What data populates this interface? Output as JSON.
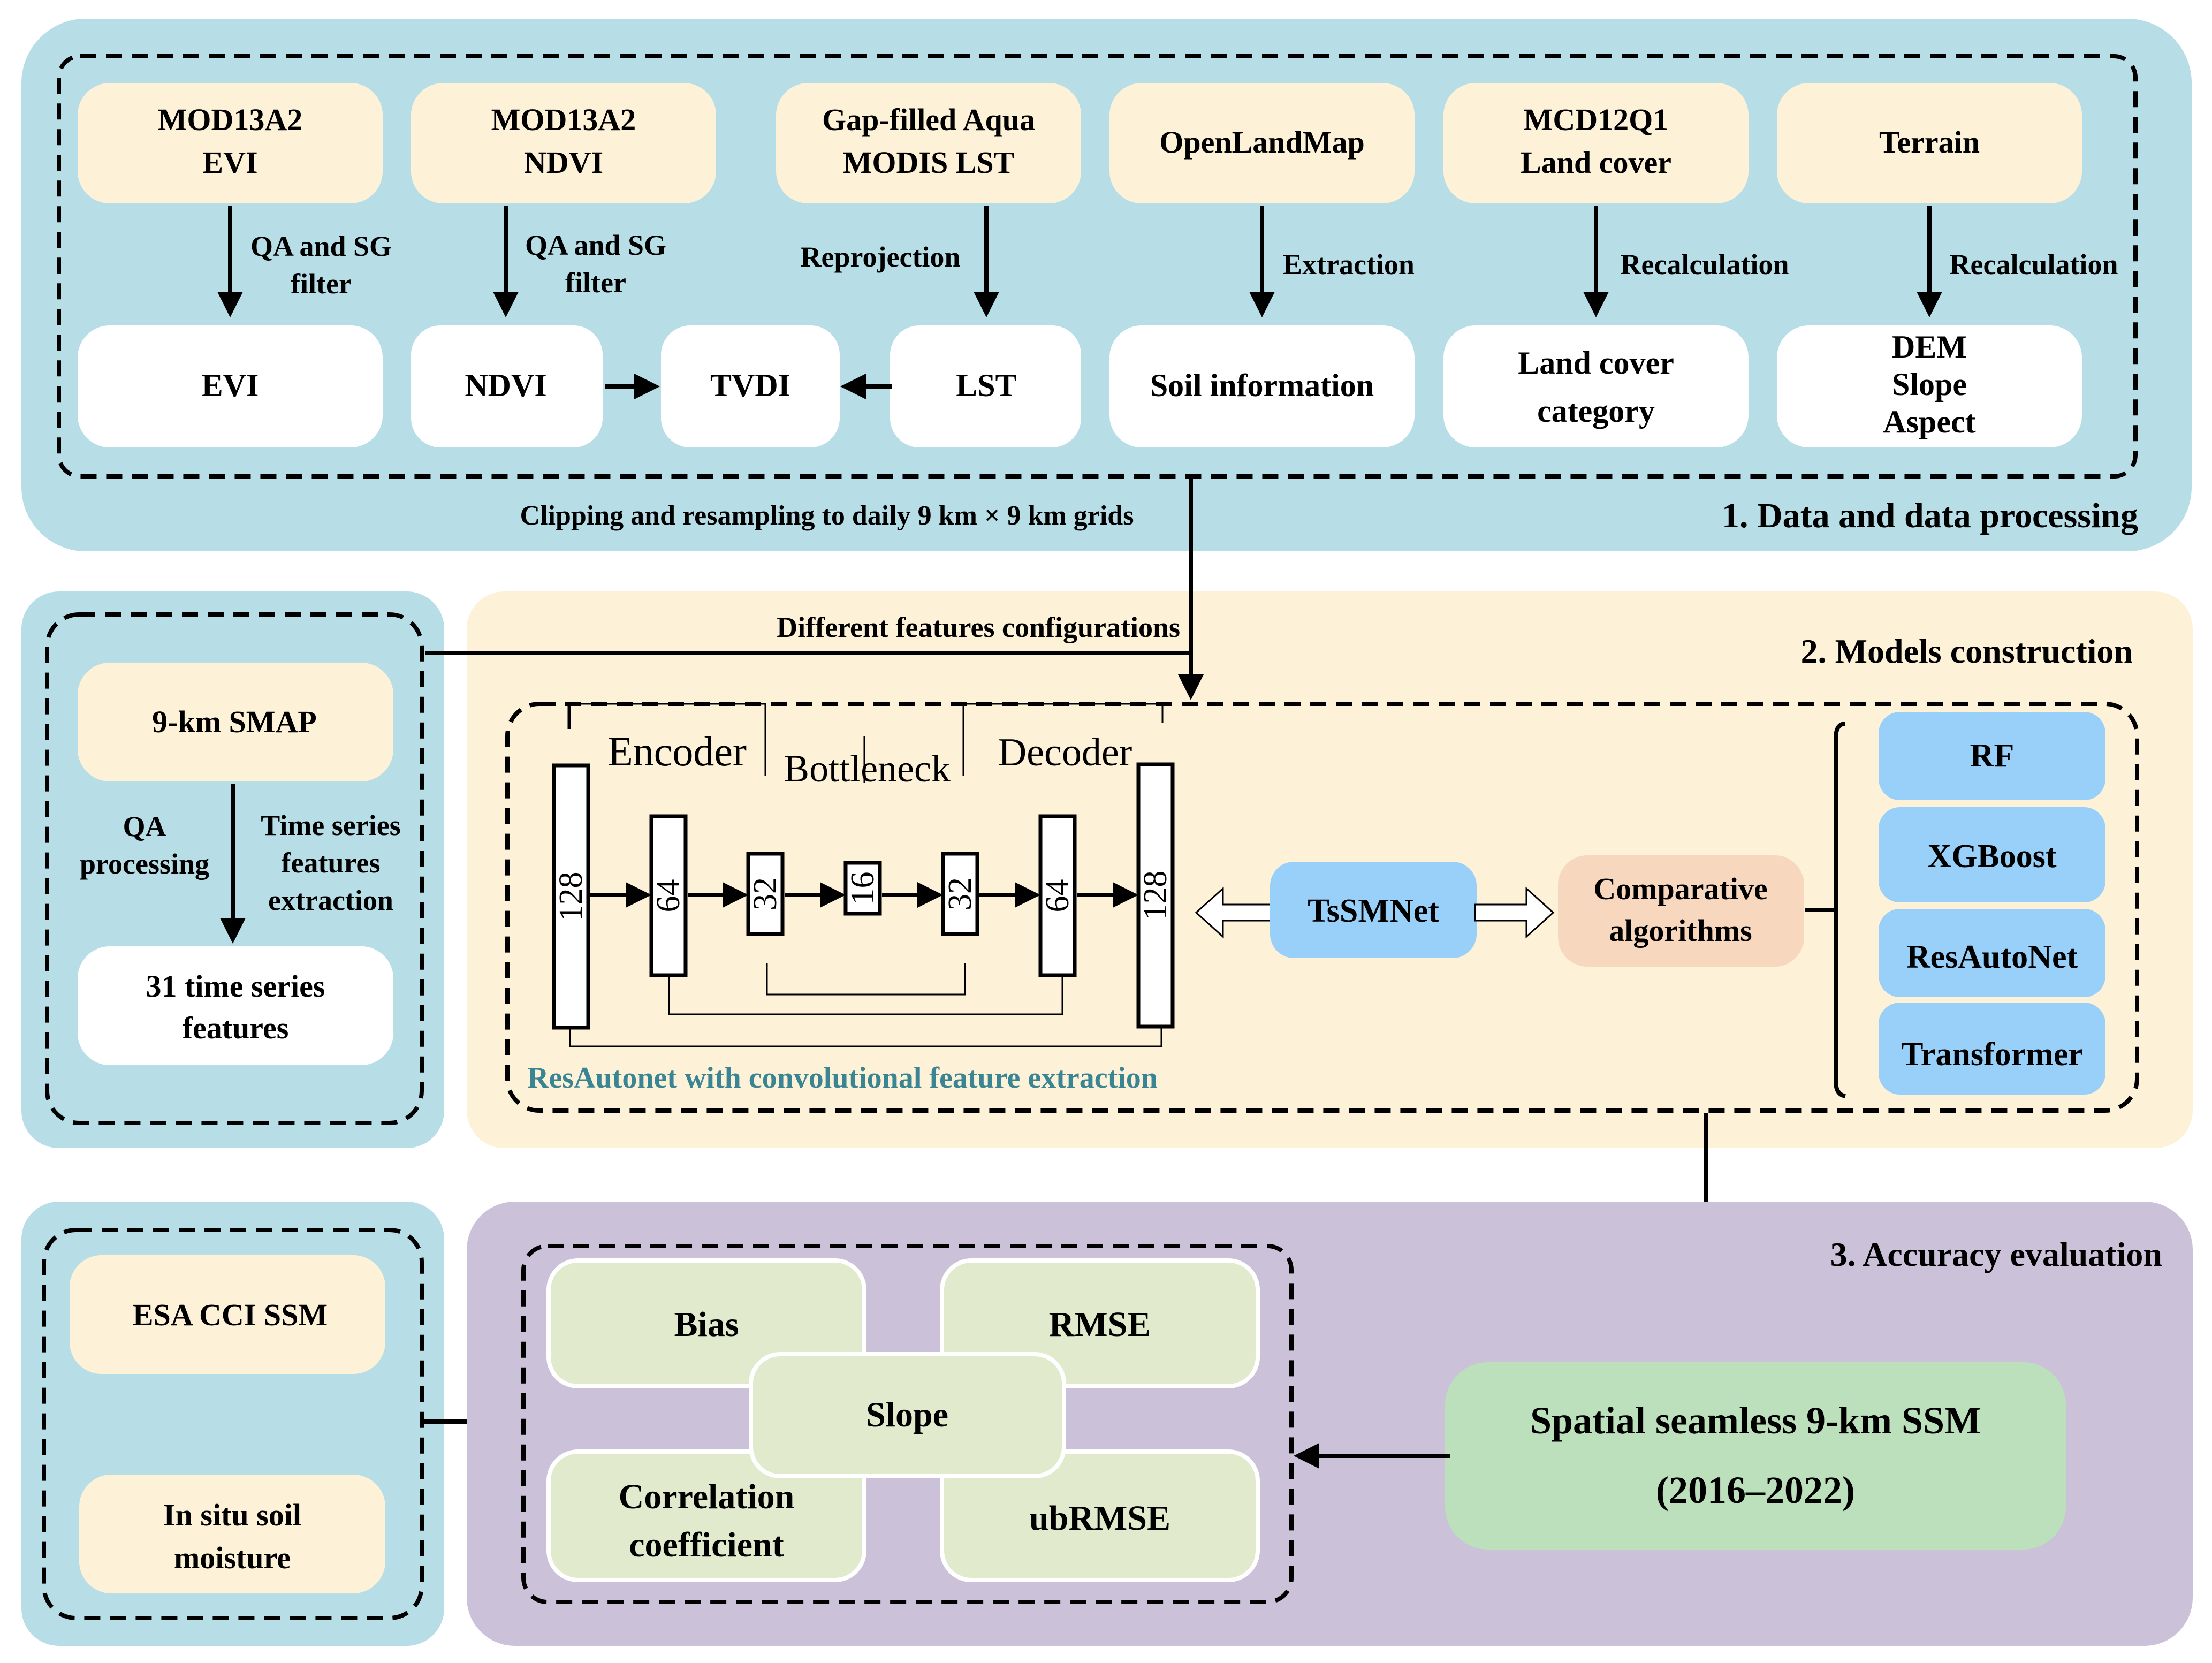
{
  "colors": {
    "panel_blue": "#b7dde7",
    "panel_cream": "#fdf2d8",
    "panel_purple": "#cbc2da",
    "box_cream": "#fdf2d8",
    "box_white": "#ffffff",
    "box_blue": "#99d0f9",
    "box_peach": "#f8d7bf",
    "box_green_light": "#e1eacc",
    "box_green": "#bce0bc",
    "caption_teal": "#3a8593"
  },
  "section1": {
    "title": "1. Data and data processing",
    "footer_label": "Clipping and resampling to daily 9 km × 9 km grids",
    "sources": [
      {
        "line1": "MOD13A2",
        "line2": "EVI"
      },
      {
        "line1": "MOD13A2",
        "line2": "NDVI"
      },
      {
        "line1": "Gap-filled Aqua",
        "line2": "MODIS LST"
      },
      {
        "line1": "OpenLandMap",
        "line2": ""
      },
      {
        "line1": "MCD12Q1",
        "line2": "Land cover"
      },
      {
        "line1": "Terrain",
        "line2": ""
      }
    ],
    "processes": [
      {
        "line1": "QA and SG",
        "line2": "filter"
      },
      {
        "line1": "QA and SG",
        "line2": "filter"
      },
      {
        "line1": "Reprojection",
        "line2": ""
      },
      {
        "line1": "Extraction",
        "line2": ""
      },
      {
        "line1": "Recalculation",
        "line2": ""
      },
      {
        "line1": "Recalculation",
        "line2": ""
      }
    ],
    "outputs": {
      "evi": "EVI",
      "ndvi": "NDVI",
      "tvdi": "TVDI",
      "lst": "LST",
      "soil": "Soil information",
      "landcover_1": "Land cover",
      "landcover_2": "category",
      "terrain_1": "DEM",
      "terrain_2": "Slope",
      "terrain_3": "Aspect"
    }
  },
  "smap_panel": {
    "source": "9-km SMAP",
    "process_left_1": "QA",
    "process_left_2": "processing",
    "process_right_1": "Time series",
    "process_right_2": "features",
    "process_right_3": "extraction",
    "output_1": "31 time series",
    "output_2": "features"
  },
  "section2": {
    "title": "2. Models construction",
    "connector_label": "Different features configurations",
    "network": {
      "encoder_label": "Encoder",
      "bottleneck_label": "Bottleneck",
      "decoder_label": "Decoder",
      "layers": [
        "128",
        "64",
        "32",
        "16",
        "32",
        "64",
        "128"
      ],
      "caption": "ResAutonet with convolutional feature extraction"
    },
    "tssmnet": "TsSMNet",
    "comparative_1": "Comparative",
    "comparative_2": "algorithms",
    "algorithms": [
      "RF",
      "XGBoost",
      "ResAutoNet",
      "Transformer"
    ]
  },
  "validation_panel": {
    "item1": "ESA CCI SSM",
    "item2_1": "In situ soil",
    "item2_2": "moisture"
  },
  "section3": {
    "title": "3. Accuracy evaluation",
    "metrics": {
      "bias": "Bias",
      "rmse": "RMSE",
      "slope": "Slope",
      "corr_1": "Correlation",
      "corr_2": "coefficient",
      "ubrmse": "ubRMSE"
    },
    "product_1": "Spatial seamless 9-km SSM",
    "product_2": "(2016–2022)"
  }
}
